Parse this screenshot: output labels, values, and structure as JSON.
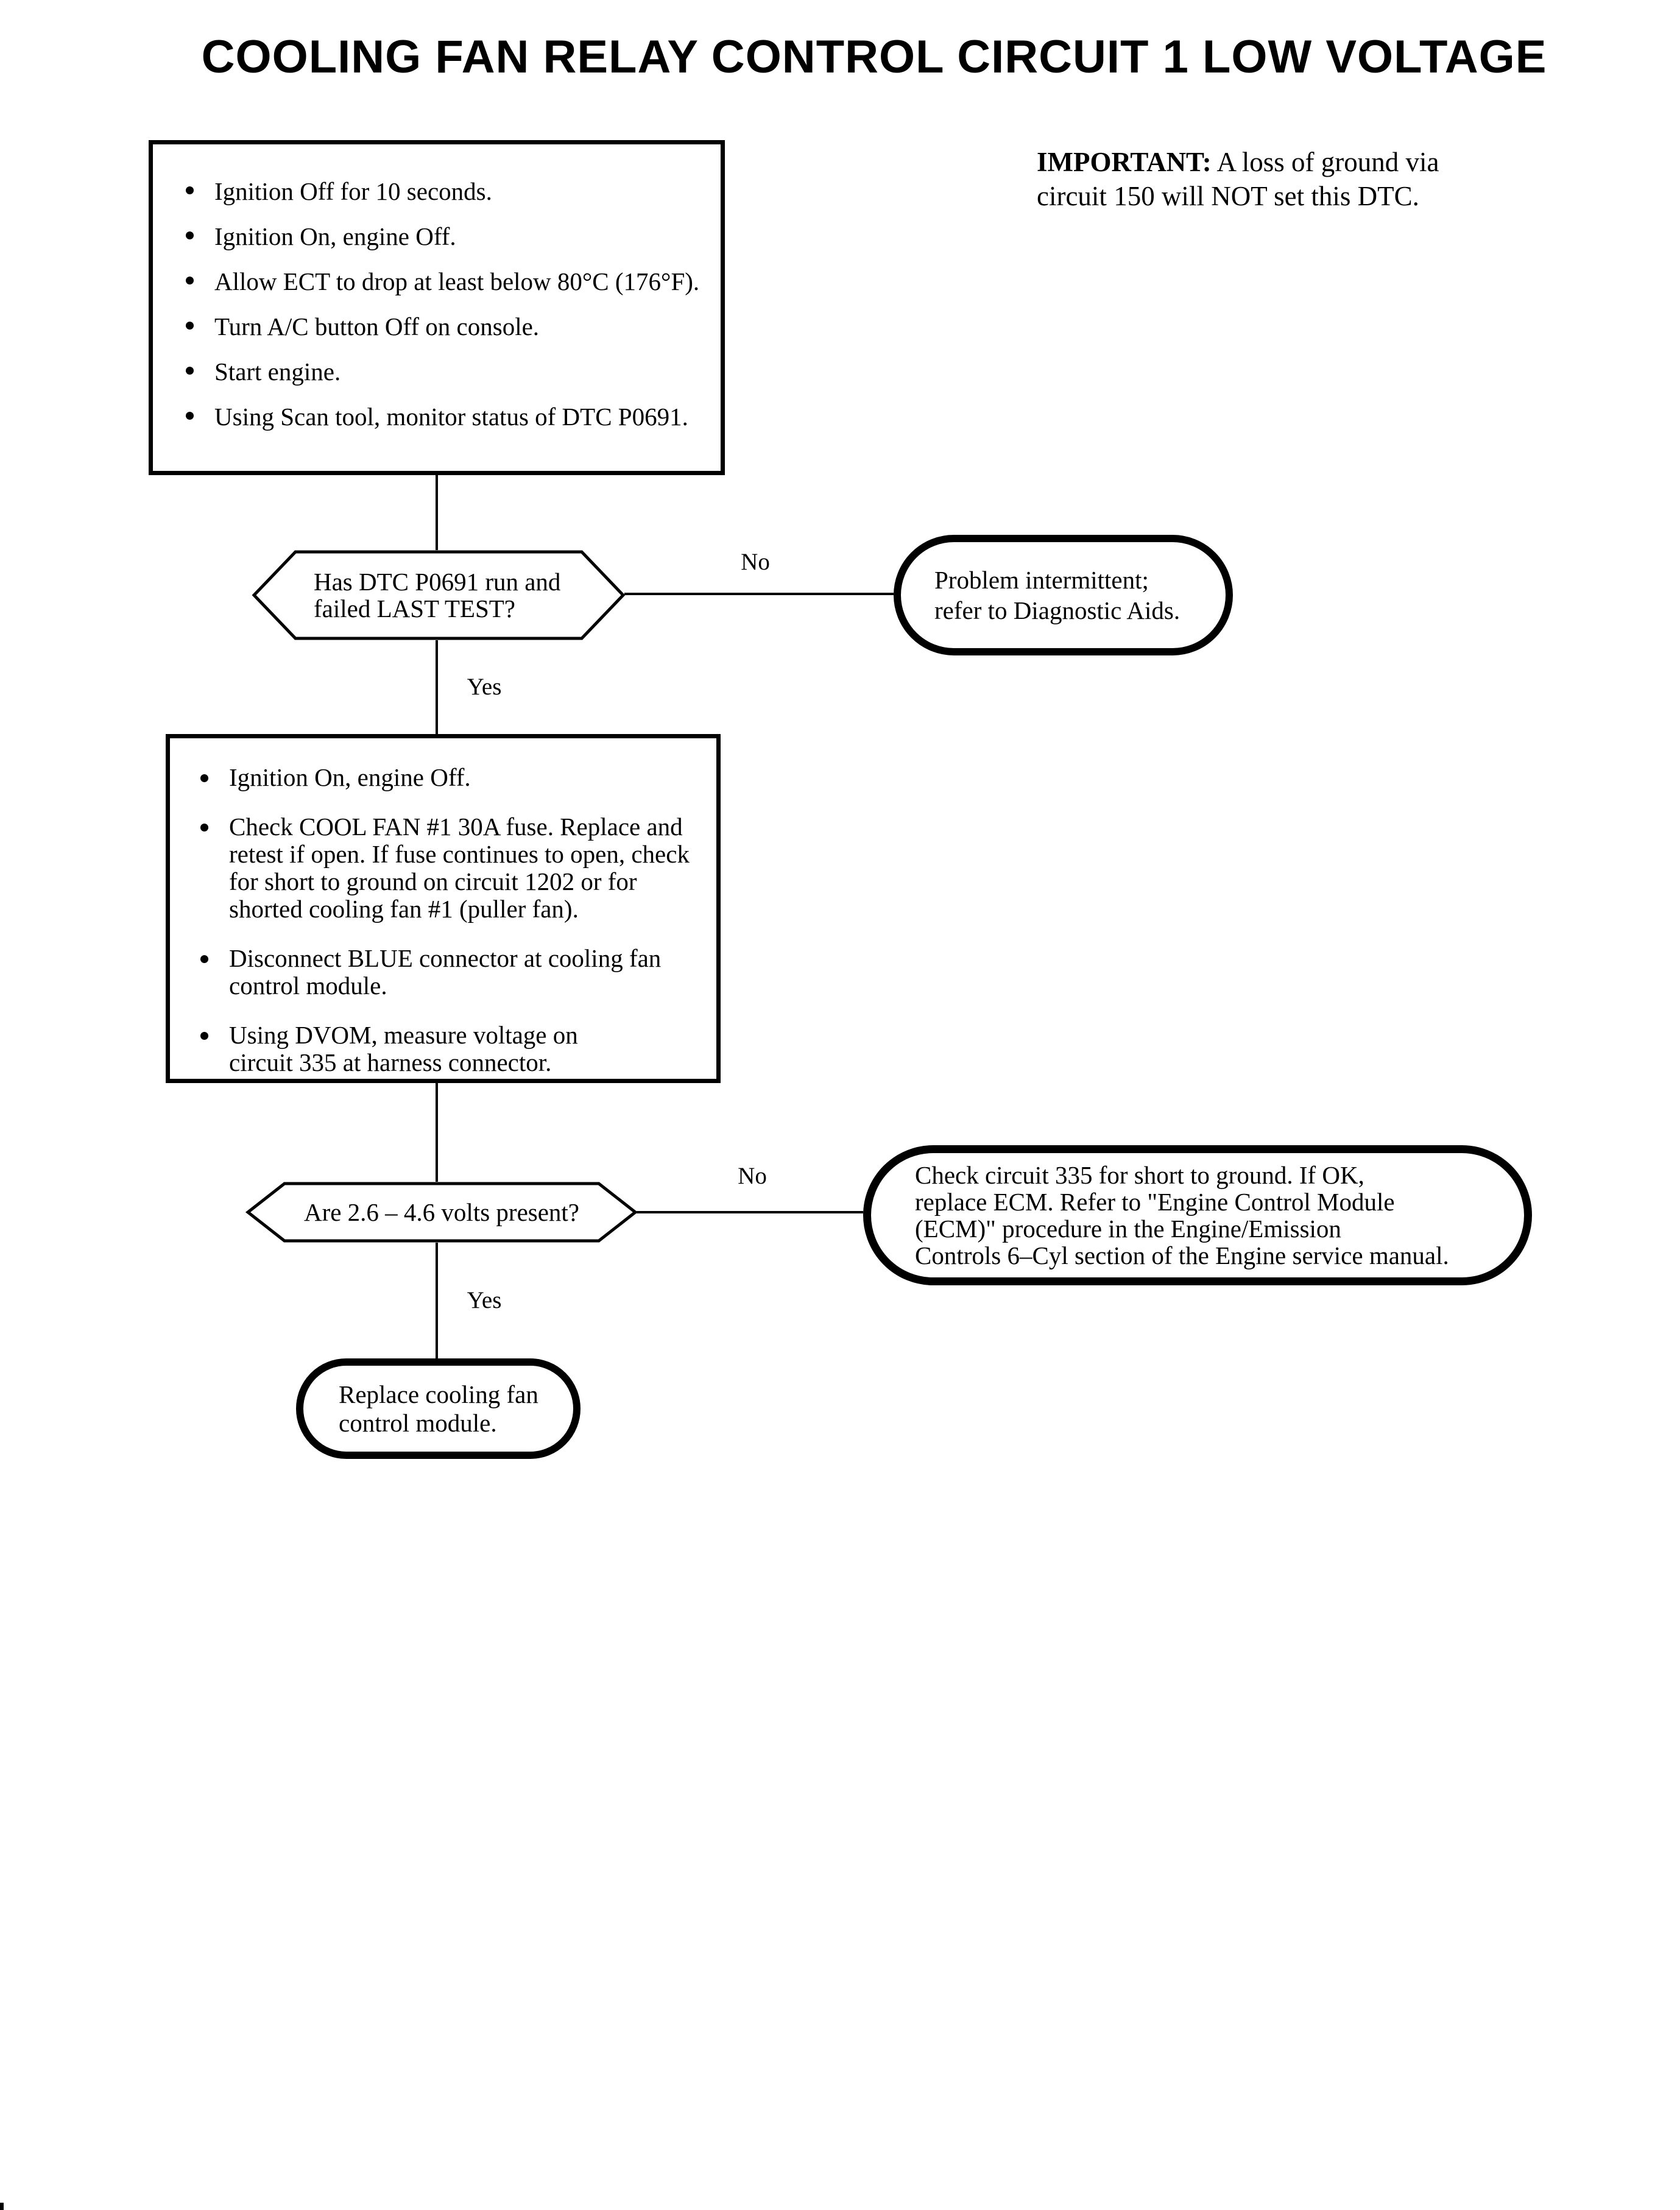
{
  "title": "COOLING FAN RELAY CONTROL CIRCUIT 1 LOW VOLTAGE",
  "note": {
    "label": "IMPORTANT:",
    "text": " A loss of ground via\ncircuit 150 will NOT set this DTC."
  },
  "step_box_1": {
    "bullets": [
      "Ignition Off for 10 seconds.",
      "Ignition On, engine Off.",
      "Allow ECT to drop at least below 80°C (176°F).",
      "Turn A/C button Off on console.",
      "Start engine.",
      "Using Scan tool, monitor status of DTC P0691."
    ]
  },
  "decision_1": {
    "question": "Has DTC P0691 run and\nfailed LAST TEST?",
    "no": "No",
    "yes": "Yes"
  },
  "outcome_no_1": "Problem intermittent;\nrefer to Diagnostic Aids.",
  "step_box_2": {
    "bullets": [
      "Ignition On, engine Off.",
      "Check COOL FAN #1 30A fuse. Replace and\nretest if open. If fuse continues to open, check\nfor short to ground on circuit 1202 or for\nshorted cooling fan #1 (puller fan).",
      "Disconnect BLUE connector at cooling fan\ncontrol module.",
      "Using DVOM, measure voltage on\ncircuit 335 at harness connector."
    ]
  },
  "decision_2": {
    "question": "Are 2.6 – 4.6 volts present?",
    "no": "No",
    "yes": "Yes"
  },
  "outcome_no_2": "Check circuit 335 for short to ground. If OK,\nreplace ECM. Refer to \"Engine Control Module\n(ECM)\" procedure in the Engine/Emission\nControls 6–Cyl section of the Engine service manual.",
  "outcome_yes_2": "Replace cooling fan\ncontrol module.",
  "colors": {
    "ink": "#000000",
    "paper": "#ffffff"
  }
}
